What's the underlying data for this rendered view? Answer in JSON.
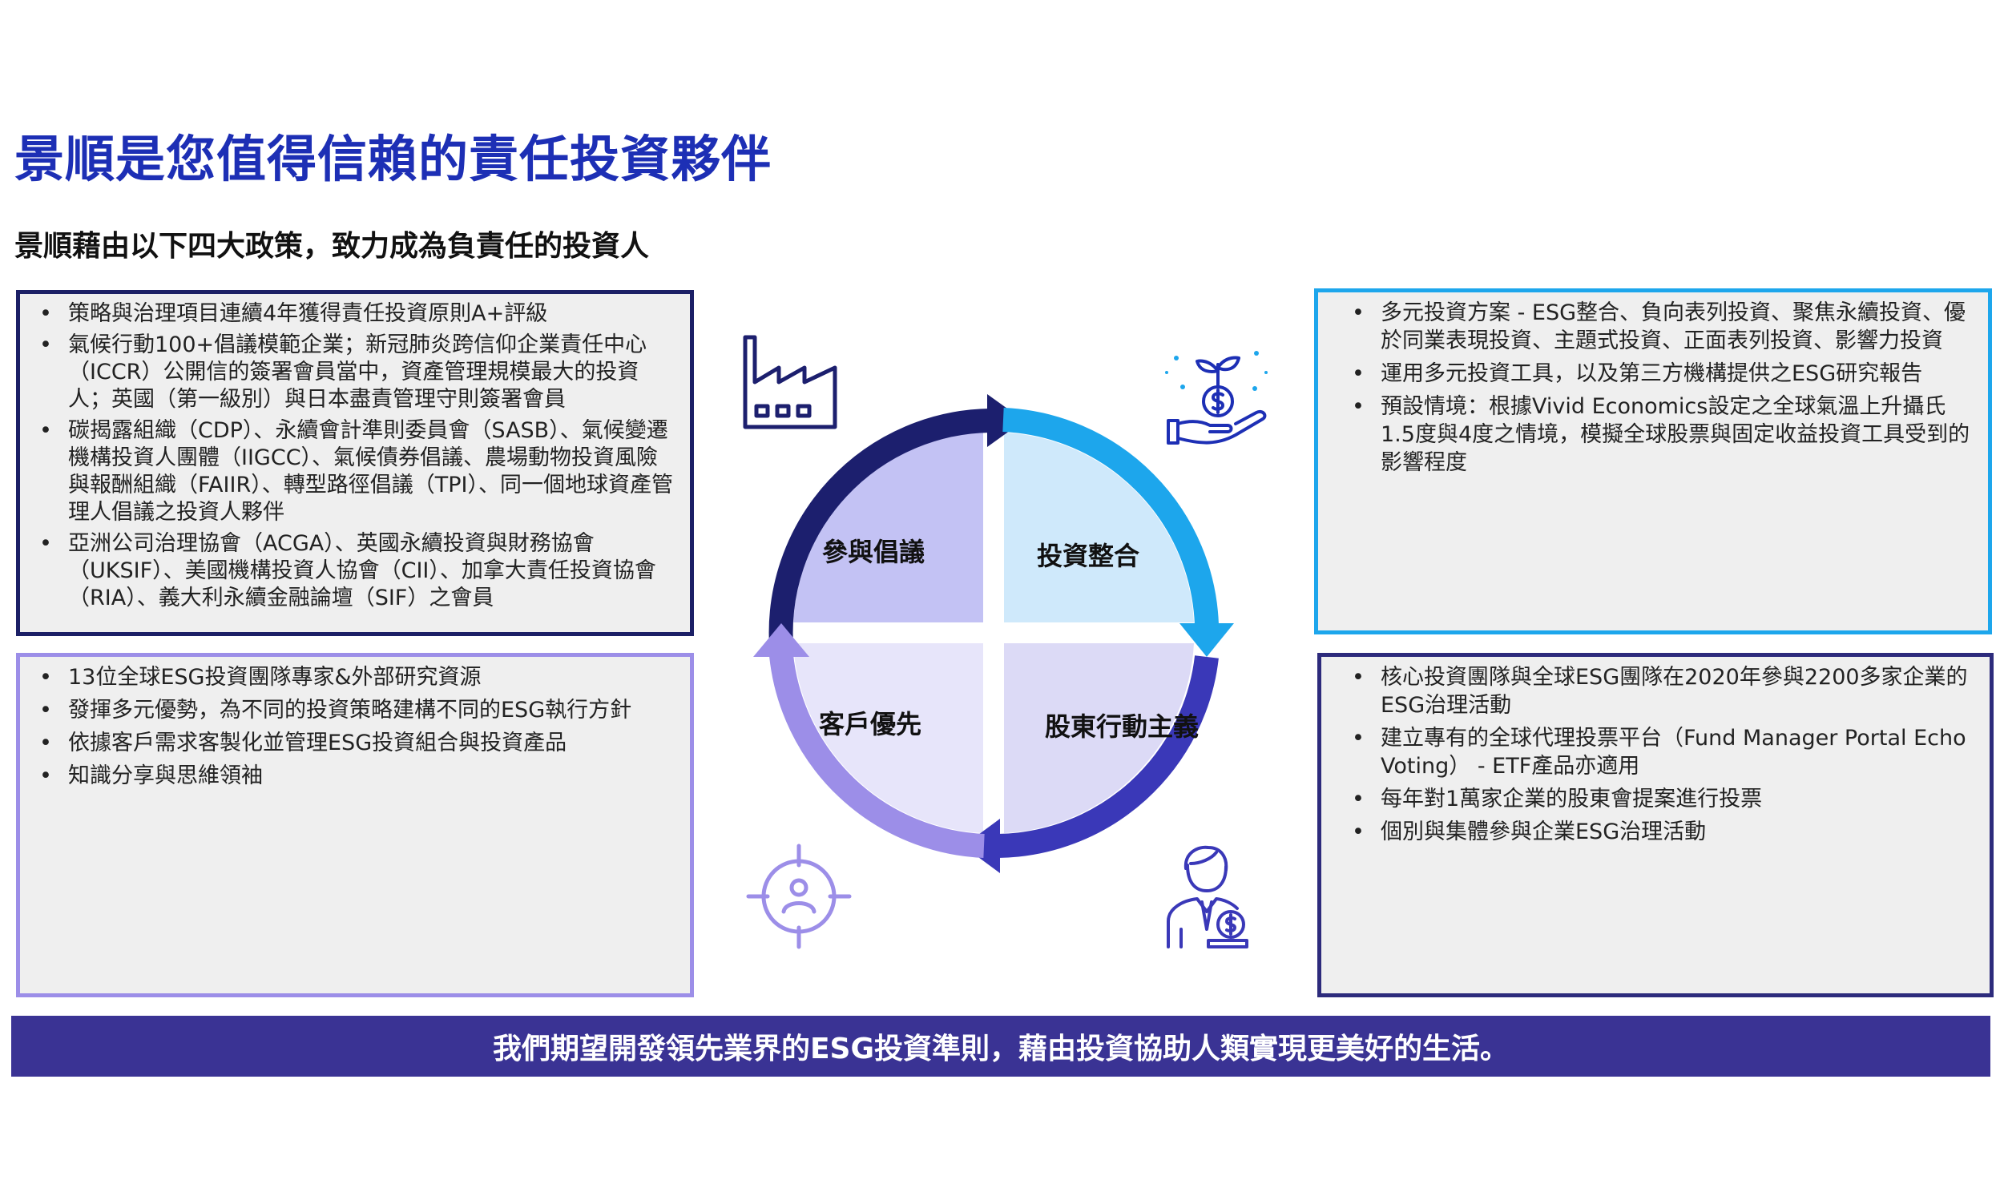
{
  "header": {
    "title": "景順是您值得信賴的責任投資夥伴",
    "subtitle": "景順藉由以下四大政策，致力成為負責任的投資人"
  },
  "quadrants": {
    "advocacy": {
      "label": "參與倡議"
    },
    "integration": {
      "label": "投資整合"
    },
    "client": {
      "label": "客戶優先"
    },
    "activism": {
      "label": "股東行動主義"
    }
  },
  "boxes": {
    "advocacy": {
      "items": [
        "策略與治理項目連續4年獲得責任投資原則A+評級",
        "氣候行動100+倡議模範企業；新冠肺炎跨信仰企業責任中心（ICCR）公開信的簽署會員當中，資產管理規模最大的投資人；英國（第一級別）與日本盡責管理守則簽署會員",
        "碳揭露組織（CDP）、永續會計準則委員會（SASB）、氣候變遷機構投資人團體（IIGCC）、氣候債券倡議、農場動物投資風險與報酬組織（FAIIR）、轉型路徑倡議（TPI）、同一個地球資產管理人倡議之投資人夥伴",
        "亞洲公司治理協會（ACGA）、英國永續投資與財務協會（UKSIF）、美國機構投資人協會（CII）、加拿大責任投資協會（RIA）、義大利永續金融論壇（SIF）之會員"
      ]
    },
    "integration": {
      "items": [
        "多元投資方案 - ESG整合、負向表列投資、聚焦永續投資、優於同業表現投資、主題式投資、正面表列投資、影響力投資",
        "運用多元投資工具，以及第三方機構提供之ESG研究報告",
        "預設情境：根據Vivid Economics設定之全球氣溫上升攝氏1.5度與4度之情境，模擬全球股票與固定收益投資工具受到的影響程度"
      ]
    },
    "client": {
      "items": [
        "13位全球ESG投資團隊專家&外部研究資源",
        "發揮多元優勢，為不同的投資策略建構不同的ESG執行方針",
        "依據客戶需求客製化並管理ESG投資組合與投資產品",
        "知識分享與思維領袖"
      ]
    },
    "activism": {
      "items": [
        "核心投資團隊與全球ESG團隊在2020年參與2200多家企業的ESG治理活動",
        "建立專有的全球代理投票平台（Fund Manager Portal Echo Voting） - ETF產品亦適用",
        "每年對1萬家企業的股東會提案進行投票",
        "個別與集體參與企業ESG治理活動"
      ]
    }
  },
  "banner": {
    "text": "我們期望開發領先業界的ESG投資準則，藉由投資協助人類實現更美好的生活。"
  },
  "icons": {
    "advocacy": "factory-icon",
    "integration": "money-plant-hand-icon",
    "client": "target-person-icon",
    "activism": "businessman-coin-icon"
  },
  "colors": {
    "title": "#1d2fb5",
    "banner": "#3a3394",
    "advocacy_arrow": "#1c1f6e",
    "advocacy_fill": "#c3c2f4",
    "integration_arrow": "#1da6ec",
    "integration_fill": "#cfe9fb",
    "client_arrow": "#9c8ee8",
    "client_fill": "#e7e5fa",
    "activism_arrow": "#3a38b8",
    "activism_fill": "#dcdaf6"
  }
}
